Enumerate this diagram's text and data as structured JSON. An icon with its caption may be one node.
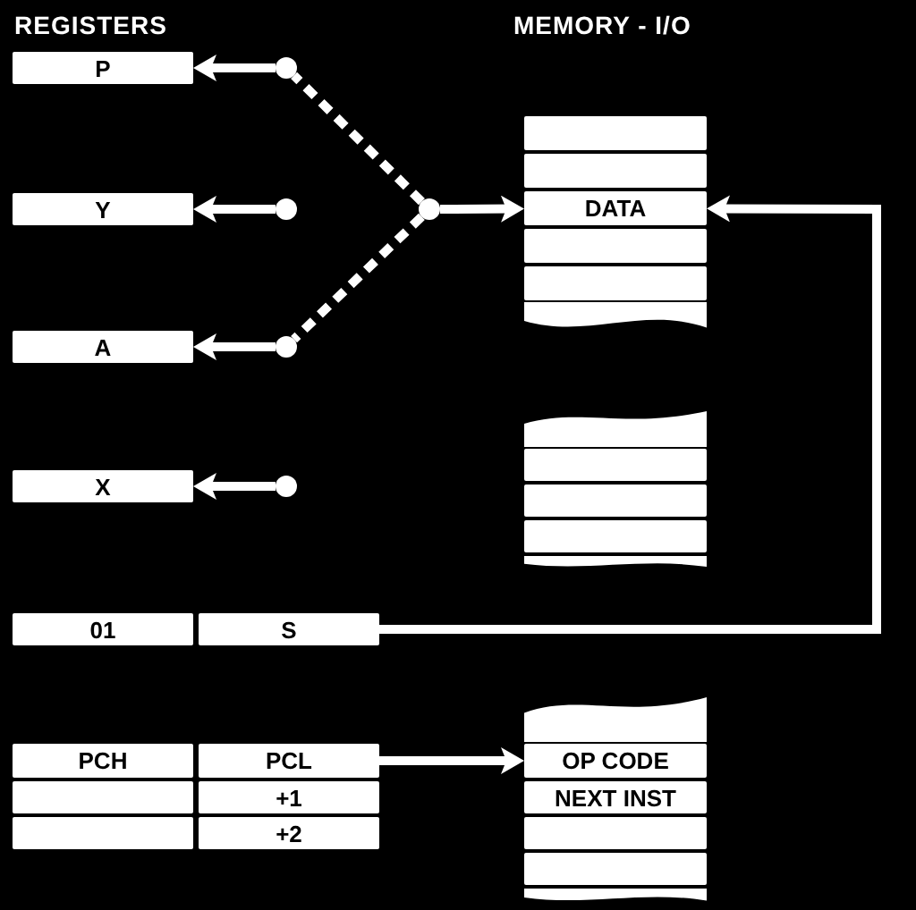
{
  "diagram": {
    "nodes": [
      {
        "text": [
          "P"
        ]
      },
      {
        "text": [
          "Y"
        ]
      },
      {
        "text": [
          "A"
        ]
      },
      {
        "text": [
          "X"
        ]
      },
      {
        "text": [
          "01"
        ]
      },
      {
        "text": [
          "S"
        ]
      },
      {
        "text": [
          "PCH"
        ]
      },
      {
        "text": [
          "PCL"
        ]
      },
      {
        "text": [],
        "shape": "box"
      },
      {
        "text": [
          "+1"
        ]
      },
      {
        "text": [],
        "shape": "box"
      },
      {
        "text": [
          "+2"
        ]
      },
      {
        "text": [],
        "shape": "circle"
      },
      {
        "text": [],
        "shape": "circle"
      },
      {
        "text": [],
        "shape": "circle"
      },
      {
        "text": [],
        "shape": "circle"
      },
      {
        "text": [],
        "shape": "circle"
      },
      {
        "text": [],
        "shape": "box"
      },
      {
        "text": [],
        "shape": "box"
      },
      {
        "text": [
          "DATA"
        ]
      },
      {
        "text": [],
        "shape": "box"
      },
      {
        "text": [],
        "shape": "box"
      },
      {
        "text": [],
        "shape": "box"
      },
      {
        "text": [],
        "shape": "box"
      },
      {
        "text": [],
        "shape": "box"
      },
      {
        "text": [
          "OP CODE"
        ]
      },
      {
        "text": [
          "NEXT INST"
        ]
      },
      {
        "text": [],
        "shape": "box"
      },
      {
        "text": [],
        "shape": "box"
      },
      {
        "text": [],
        "shape": "wave"
      },
      {
        "text": [],
        "shape": "wave"
      },
      {
        "text": [],
        "shape": "wave"
      },
      {
        "text": [],
        "shape": "wave"
      },
      {
        "text": [],
        "shape": "wave"
      }
    ],
    "edges": [
      {
        "from": 12,
        "to": 0,
        "arrow": "to"
      },
      {
        "from": 13,
        "to": 1,
        "arrow": "to"
      },
      {
        "from": 14,
        "to": 2,
        "arrow": "to"
      },
      {
        "from": 15,
        "to": 3,
        "arrow": "to"
      },
      {
        "from": 16,
        "to": 12,
        "arrow": "none",
        "style": "dashed"
      },
      {
        "from": 16,
        "to": 14,
        "arrow": "none",
        "style": "dashed"
      },
      {
        "from": 16,
        "to": 19,
        "arrow": "to"
      },
      {
        "from": 5,
        "to": 19,
        "arrow": "to"
      },
      {
        "from": 7,
        "to": 25,
        "arrow": "to"
      }
    ],
    "labels": [
      "REGISTERS",
      "MEMORY - I/O"
    ]
  }
}
